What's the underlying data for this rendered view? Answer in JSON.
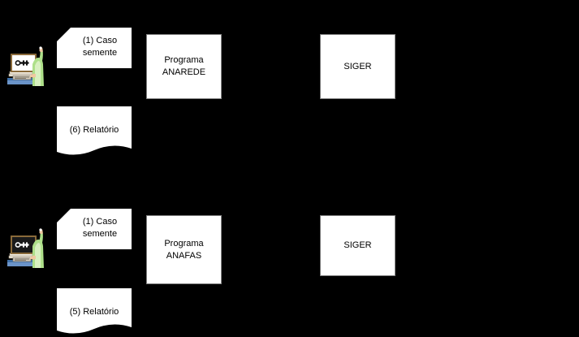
{
  "diagram": {
    "background_color": "#000000",
    "shape_fill": "#ffffff",
    "shape_border": "#808080",
    "text_color": "#000000",
    "rows": [
      {
        "id": "anarede-flow",
        "operator_icon": "user-at-computer-icon",
        "seed_case": "(1) Caso\nsemente",
        "program": "Programa\nANAREDE",
        "system": "SIGER",
        "report": "(6) Relatório"
      },
      {
        "id": "anafas-flow",
        "operator_icon": "user-at-computer-icon",
        "seed_case": "(1) Caso\nsemente",
        "program": "Programa\nANAFAS",
        "system": "SIGER",
        "report": "(5) Relatório"
      }
    ]
  },
  "palette": {
    "skin": "#f0c8a0",
    "shirt": "#aee08a",
    "shirt_light": "#d8f0c0",
    "monitor_frame": "#8a6a3a",
    "monitor_screen": "#ffffff",
    "monitor_screen_dark": "#1a1a1a",
    "desk": "#6a93c8",
    "paper": "#f2ece0",
    "keyboard": "#cfc7b8",
    "hair": "#ffffff"
  }
}
